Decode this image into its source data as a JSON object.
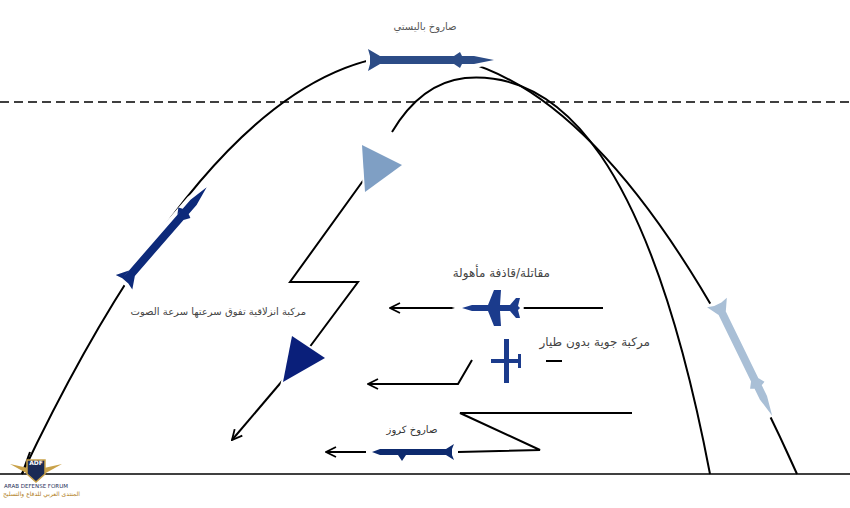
{
  "diagram": {
    "labels": [
      "صاروخ باليستي",
      "مقاتلة/قاذفة مأهولة",
      "مركبة جوية بدون طيار",
      "مركبة انزلاقية تفوق سرعتها سرعة الصوت",
      "صاروخ كروز",
      "ADF",
      "ARAB DEFENSE FORUM",
      "المنتدى العربي للدفاع والتسليح"
    ]
  }
}
